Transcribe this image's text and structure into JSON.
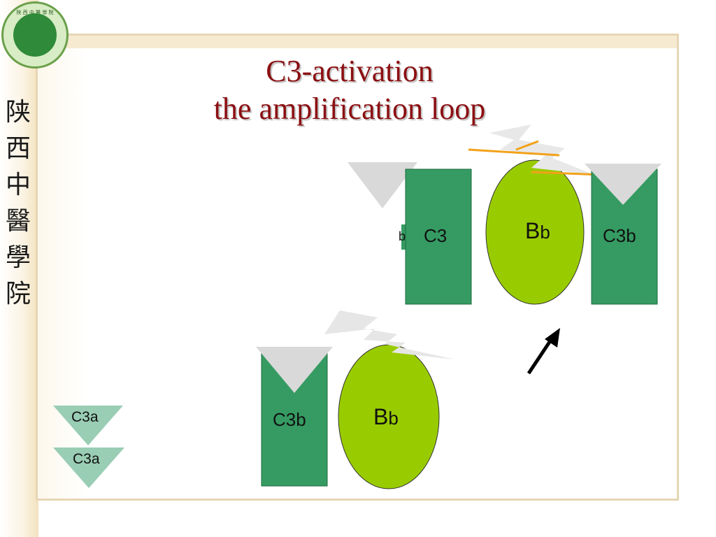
{
  "title": {
    "line1": "C3-activation",
    "line2": "the amplification loop"
  },
  "side_name": [
    "陕",
    "西",
    "中",
    "醫",
    "學",
    "院"
  ],
  "logo": {
    "text": "陕 西 中 醫 學 院"
  },
  "upper_group": {
    "c3": "C3",
    "small_b": "b",
    "bb_big": "B",
    "bb_small": "b",
    "c3b": "C3b"
  },
  "lower_group": {
    "c3b": "C3b",
    "bb_big": "B",
    "bb_small": "b"
  },
  "c3a_labels": [
    "C3a",
    "C3a"
  ],
  "colors": {
    "block_green": "#359b62",
    "ellipse_green": "#99cc00",
    "title_red": "#8b0f12",
    "c3a_fill": "#99cdb4",
    "triangle_gray": "#d9d9d9"
  }
}
